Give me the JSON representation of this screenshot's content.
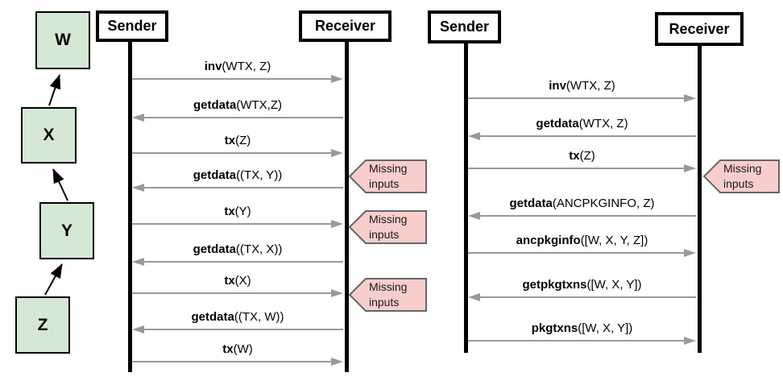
{
  "palette": {
    "box_green": "#d5e8d4",
    "callout_pink": "#f8cecc",
    "callout_border": "#666666",
    "arrow_gray": "#999999",
    "ink": "#000000"
  },
  "tx_chain": {
    "boxes": [
      {
        "label": "W"
      },
      {
        "label": "X"
      },
      {
        "label": "Y"
      },
      {
        "label": "Z"
      }
    ]
  },
  "diagrams": [
    {
      "sender_label": "Sender",
      "receiver_label": "Receiver",
      "messages": [
        {
          "name": "inv",
          "args": "(WTX, Z)",
          "direction": "right"
        },
        {
          "name": "getdata",
          "args": "(WTX,Z)",
          "direction": "left"
        },
        {
          "name": "tx",
          "args": "(Z)",
          "direction": "right"
        },
        {
          "name": "getdata",
          "args": "((TX, Y))",
          "direction": "left"
        },
        {
          "name": "tx",
          "args": "(Y)",
          "direction": "right"
        },
        {
          "name": "getdata",
          "args": "((TX, X))",
          "direction": "left"
        },
        {
          "name": "tx",
          "args": "(X)",
          "direction": "right"
        },
        {
          "name": "getdata",
          "args": "((TX, W))",
          "direction": "left"
        },
        {
          "name": "tx",
          "args": "(W)",
          "direction": "right"
        }
      ],
      "callouts": [
        {
          "line1": "Missing",
          "line2": "inputs"
        },
        {
          "line1": "Missing",
          "line2": "inputs"
        },
        {
          "line1": "Missing",
          "line2": "inputs"
        }
      ]
    },
    {
      "sender_label": "Sender",
      "receiver_label": "Receiver",
      "messages": [
        {
          "name": "inv",
          "args": "(WTX, Z)",
          "direction": "right"
        },
        {
          "name": "getdata",
          "args": "(WTX, Z)",
          "direction": "left"
        },
        {
          "name": "tx",
          "args": "(Z)",
          "direction": "right"
        },
        {
          "name": "getdata",
          "args": "(ANCPKGINFO, Z)",
          "direction": "left"
        },
        {
          "name": "ancpkginfo",
          "args": "([W, X, Y, Z])",
          "direction": "right"
        },
        {
          "name": "getpkgtxns",
          "args": "([W, X, Y])",
          "direction": "left"
        },
        {
          "name": "pkgtxns",
          "args": "([W, X, Y])",
          "direction": "right"
        }
      ],
      "callouts": [
        {
          "line1": "Missing",
          "line2": "inputs"
        }
      ]
    }
  ]
}
